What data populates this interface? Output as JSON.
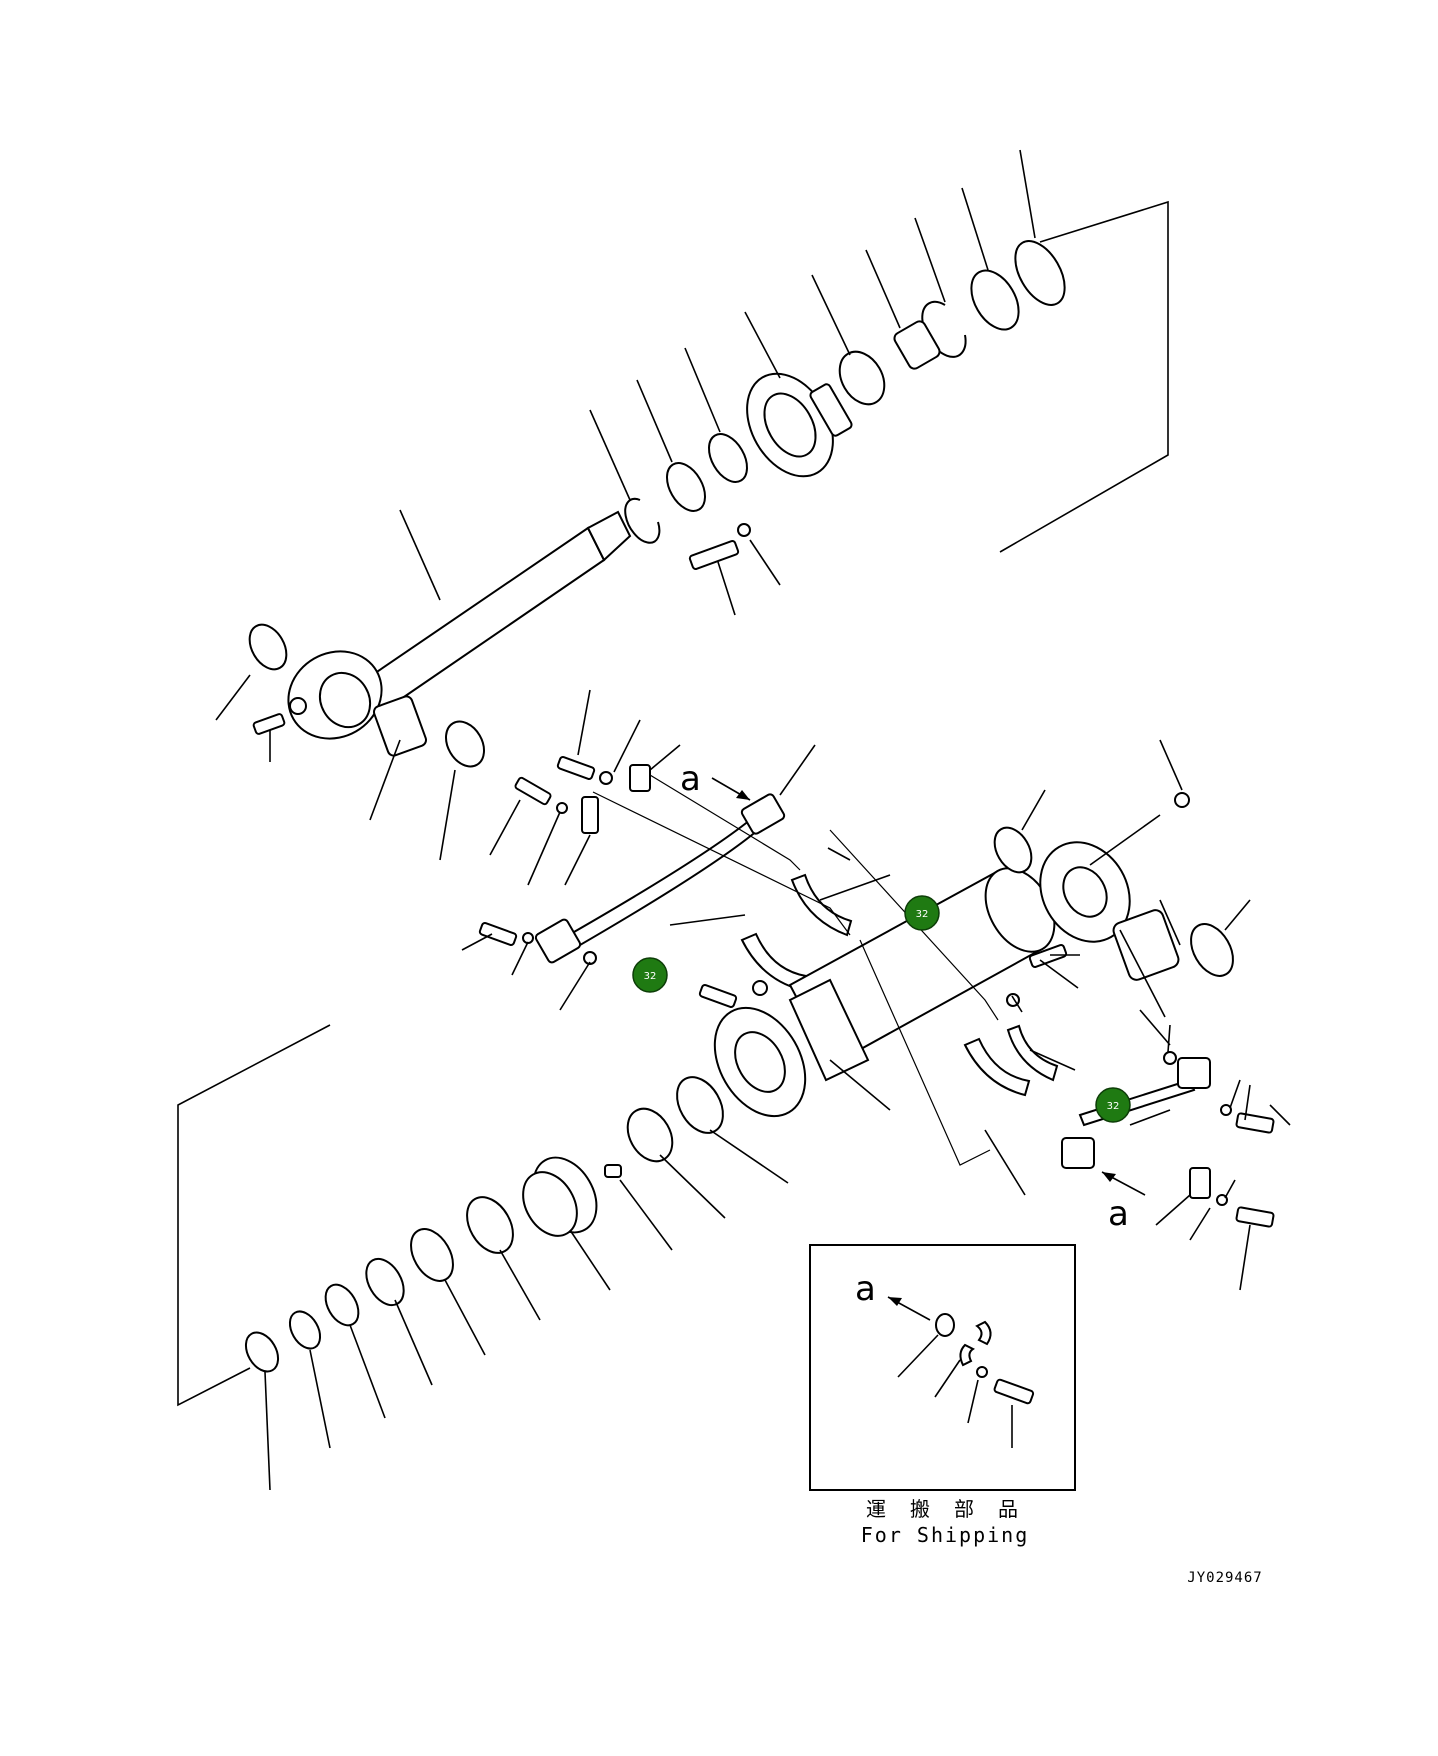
{
  "drawing": {
    "ref_marks": [
      "a",
      "a",
      "a"
    ],
    "callouts": [
      {
        "label": "32"
      },
      {
        "label": "32"
      },
      {
        "label": "32"
      }
    ],
    "inset": {
      "title_jp": "運 搬 部 品",
      "title_en": "For Shipping",
      "ref_mark": "a"
    },
    "document_id": "JY029467",
    "colors": {
      "callout_fill": "#1f7a12",
      "line": "#000000",
      "background": "#ffffff"
    }
  }
}
